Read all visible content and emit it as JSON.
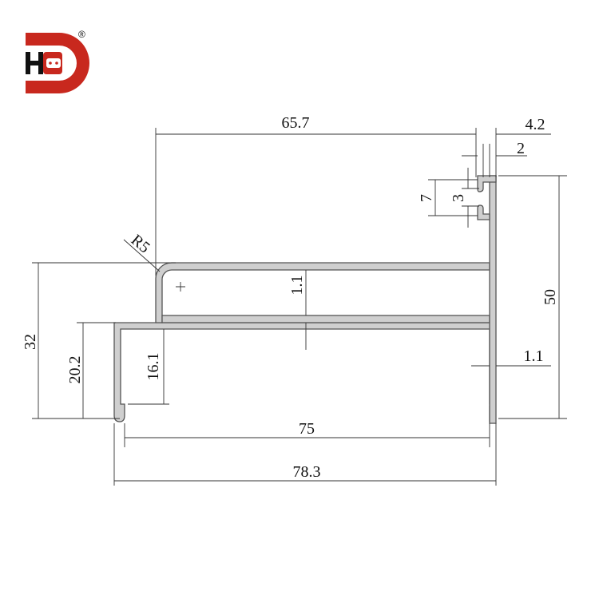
{
  "brand": {
    "logo_text": "HD",
    "registered_mark": "®",
    "color_red": "#c8281e",
    "color_black": "#111111"
  },
  "drawing": {
    "type": "aluminum profile cross-section",
    "profile_fill": "#cfcfcf",
    "profile_stroke": "#555555",
    "dimensions": {
      "top_width": "65.7",
      "groove_outer": "4.2",
      "groove_inner": "2",
      "slot_height_outer": "7",
      "slot_height_inner": "3",
      "total_height": "50",
      "wall_top": "1.1",
      "wall_side": "1.1",
      "left_height": "32",
      "step_height": "20.2",
      "inner_height": "16.1",
      "inner_width": "75",
      "overall_width": "78.3",
      "radius": "R5"
    }
  }
}
